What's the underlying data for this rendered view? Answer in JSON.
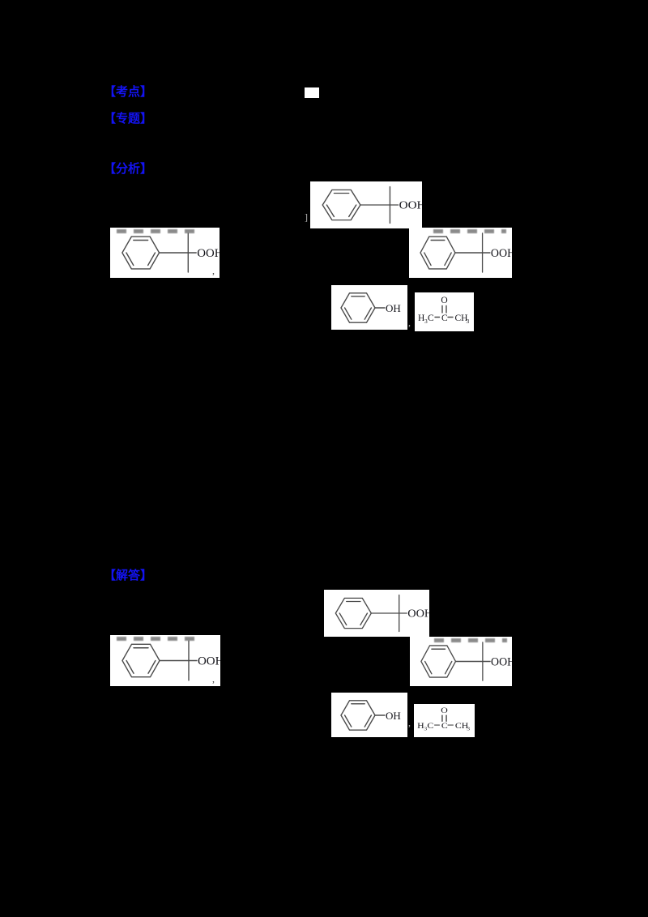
{
  "page": {
    "background_color": "#000000",
    "accent_blue": "#1313f2"
  },
  "section_labels": {
    "test_point": "【考点】",
    "topic": "【专题】",
    "analysis": "【分析】",
    "answer": "【解答】"
  },
  "chemistry": {
    "hydroperoxide_group": "OOH",
    "hydroxyl_group": "OH",
    "acetone": {
      "oxygen": "O",
      "h": "H",
      "sub3": "3",
      "c": "C",
      "ch": "CH"
    }
  },
  "artifacts": {
    "bracket": "]",
    "comma": ","
  }
}
